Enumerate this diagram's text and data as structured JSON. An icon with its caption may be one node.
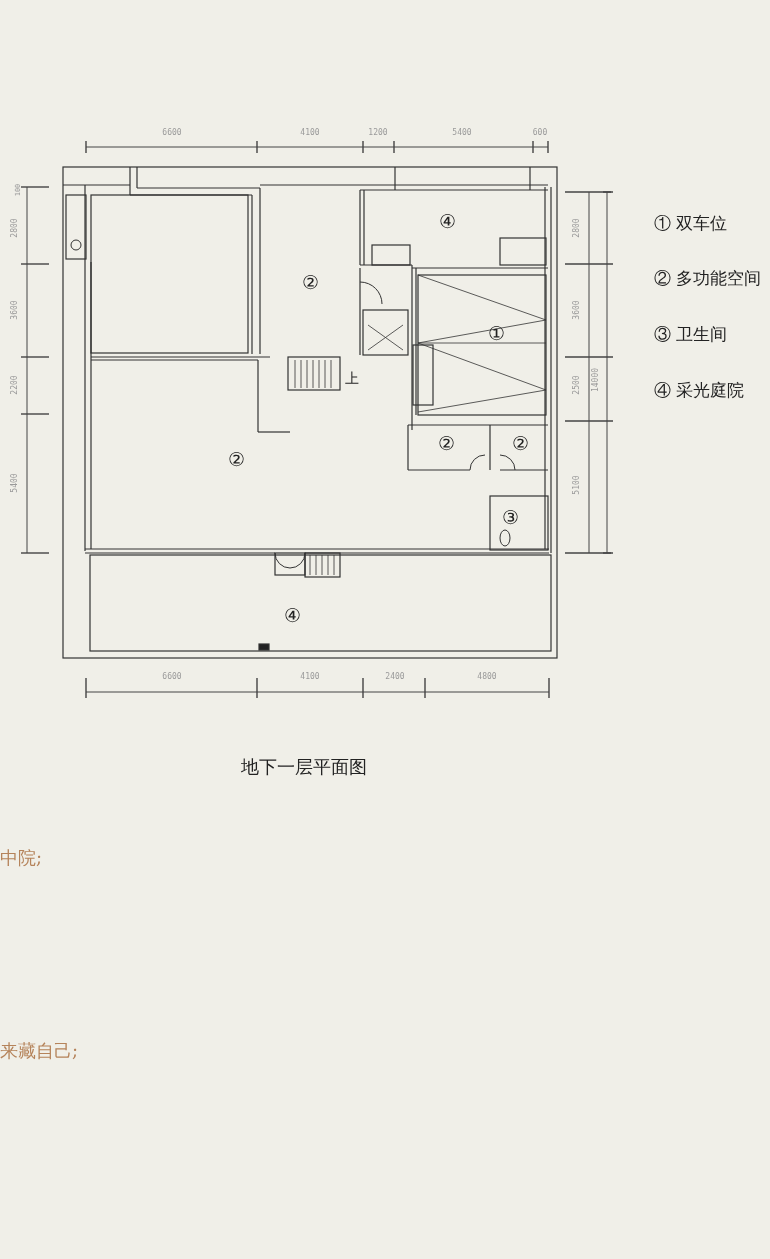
{
  "diagram": {
    "caption": "地下一层平面图",
    "labels": [
      "6600",
      "4100",
      "1200",
      "5400",
      "600",
      "100",
      "2800",
      "3600",
      "2200",
      "5400",
      "2800",
      "3600",
      "2500",
      "14000",
      "5100",
      "④",
      "②",
      "①",
      "上",
      "②",
      "②",
      "②",
      "③",
      "④",
      "① 双车位",
      "② 多功能空间",
      "③ 卫生间",
      "④ 采光庭院",
      "6600",
      "4100",
      "2400",
      "4800",
      "中院;",
      "来藏自己;"
    ]
  }
}
